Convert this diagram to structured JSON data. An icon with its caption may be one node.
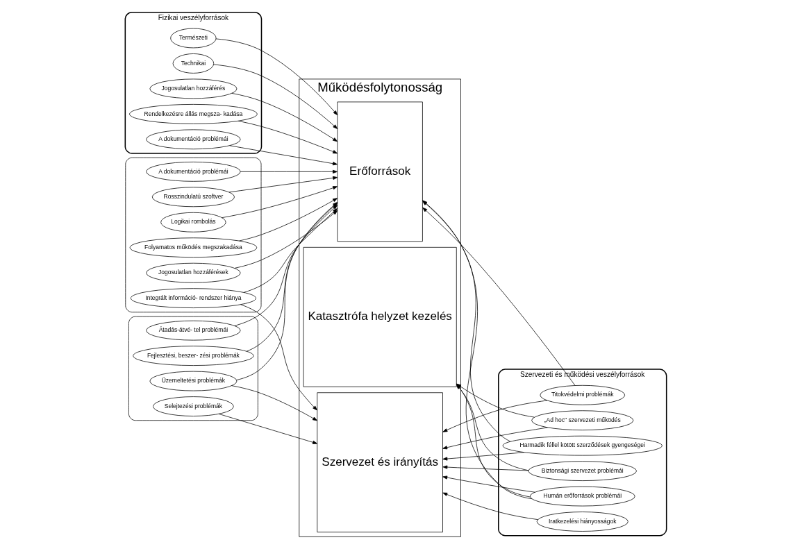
{
  "diagram": {
    "nodes": [
      {
        "text": [
          "Működésfolytonosság"
        ]
      },
      {
        "text": [
          "Erőforrások"
        ],
        "in": 0
      },
      {
        "text": [
          "Katasztrófa helyzet kezelés"
        ],
        "in": 0
      },
      {
        "text": [
          "Szervezet és irányítás"
        ],
        "in": 0
      },
      {
        "text": [
          "Fizikai veszélyforrások"
        ]
      },
      {
        "text": [
          "Természeti"
        ],
        "in": 4
      },
      {
        "text": [
          "Technikai"
        ],
        "in": 4
      },
      {
        "text": [
          "Jogosulatlan hozzáférés"
        ],
        "in": 4
      },
      {
        "text": [
          "Rendelkezésre állás megsza- kadása"
        ],
        "in": 4
      },
      {
        "text": [
          "A dokumentáció problémái"
        ],
        "in": 4
      },
      {
        "text": [
          "Szervezeti és működési veszélyforrások"
        ]
      },
      {
        "text": [
          "Titokvédelmi problémák"
        ],
        "in": 10
      },
      {
        "text": [
          "„Ad hoc\" szervezeti működés"
        ],
        "in": 10
      },
      {
        "text": [
          "Harmadik féllel kötött szerződések gyengeségei"
        ],
        "in": 10
      },
      {
        "text": [
          "Biztonsági szervezet problémái"
        ],
        "in": 10
      },
      {
        "text": [
          "Humán erőforrások problémái"
        ],
        "in": 10
      },
      {
        "text": [
          "Iratkezelési hiányosságok"
        ],
        "in": 10
      },
      {
        "text": [],
        "shape": "ellipse"
      },
      {
        "text": [
          "Logikai rombolás"
        ],
        "in": 17
      },
      {
        "text": [
          "Folyamatos működés megszakadása"
        ],
        "in": 17
      },
      {
        "text": [
          "Jogosulatlan hozzáférések"
        ],
        "in": 17
      },
      {
        "text": [
          "A dokumentáció problémái"
        ],
        "in": 17
      },
      {
        "text": [
          "Rosszindulatú szoftver"
        ],
        "in": 17
      },
      {
        "text": [
          "Integrált információ- rendszer hiánya"
        ],
        "in": 17
      },
      {
        "text": [],
        "shape": "ellipse"
      },
      {
        "text": [
          "Selejtezési problémák"
        ],
        "in": 24
      },
      {
        "text": [
          "Átadás-átvé- tel problémái"
        ],
        "in": 24
      },
      {
        "text": [
          "Üzemeltetési problémák"
        ],
        "in": 24
      },
      {
        "text": [
          "Fejlesztési, beszer- zési problémák"
        ],
        "in": 24
      }
    ],
    "edges": [
      {
        "from": 5,
        "to": 1,
        "arrow": "to"
      },
      {
        "from": 6,
        "to": 1,
        "arrow": "to"
      },
      {
        "from": 7,
        "to": 1,
        "arrow": "to"
      },
      {
        "from": 8,
        "to": 1,
        "arrow": "to"
      },
      {
        "from": 9,
        "to": 1,
        "arrow": "to"
      },
      {
        "from": 11,
        "to": 1,
        "arrow": "to"
      },
      {
        "from": 11,
        "to": 3,
        "arrow": "to"
      },
      {
        "from": 12,
        "to": 2,
        "arrow": "to"
      },
      {
        "from": 12,
        "to": 3,
        "arrow": "to"
      },
      {
        "from": 13,
        "to": 1,
        "arrow": "to"
      },
      {
        "from": 13,
        "to": 3,
        "arrow": "to"
      },
      {
        "from": 14,
        "to": 3,
        "arrow": "to"
      },
      {
        "from": 14,
        "to": 2,
        "arrow": "to"
      },
      {
        "from": 15,
        "to": 1,
        "arrow": "to"
      },
      {
        "from": 15,
        "to": 3,
        "arrow": "to"
      },
      {
        "from": 15,
        "to": 2,
        "arrow": "to"
      },
      {
        "from": 16,
        "to": 3,
        "arrow": "to"
      },
      {
        "from": 18,
        "to": 1,
        "arrow": "to"
      },
      {
        "from": 19,
        "to": 1,
        "arrow": "to"
      },
      {
        "from": 20,
        "to": 1,
        "arrow": "to"
      },
      {
        "from": 21,
        "to": 1,
        "arrow": "to"
      },
      {
        "from": 22,
        "to": 1,
        "arrow": "to"
      },
      {
        "from": 23,
        "to": 1,
        "arrow": "to"
      },
      {
        "from": 23,
        "to": 3,
        "arrow": "to"
      },
      {
        "from": 27,
        "to": 1,
        "arrow": "to"
      },
      {
        "from": 28,
        "to": 1,
        "arrow": "to"
      },
      {
        "from": 26,
        "to": 1,
        "arrow": "to"
      },
      {
        "from": 27,
        "to": 3,
        "arrow": "to"
      },
      {
        "from": 25,
        "to": 3,
        "arrow": "to"
      }
    ]
  }
}
